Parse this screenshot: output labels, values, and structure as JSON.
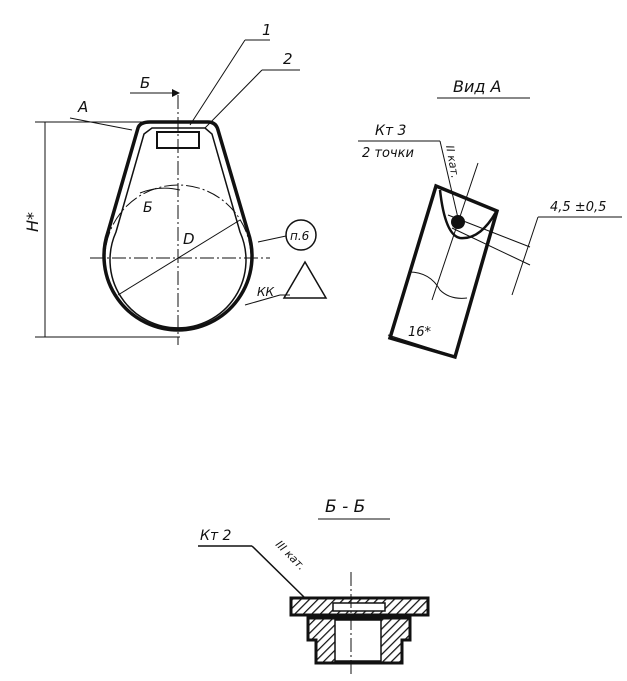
{
  "main_view": {
    "callout_1": "1",
    "callout_2": "2",
    "section_mark_top": "Б",
    "view_mark": "А",
    "section_mark_arrow": "Б",
    "diameter_label": "D",
    "note_ref": "п.6",
    "weld_label": "КК",
    "height_dim": "H*"
  },
  "view_a": {
    "title": "Вид А",
    "weld_top": "Кт 3",
    "weld_bottom": "2 точки",
    "category": "II кат.",
    "dim_tolerance": "4,5 ±0,5",
    "width_dim": "16*"
  },
  "section_bb": {
    "title": "Б - Б",
    "weld_label": "Кт 2",
    "category": "III кат."
  }
}
